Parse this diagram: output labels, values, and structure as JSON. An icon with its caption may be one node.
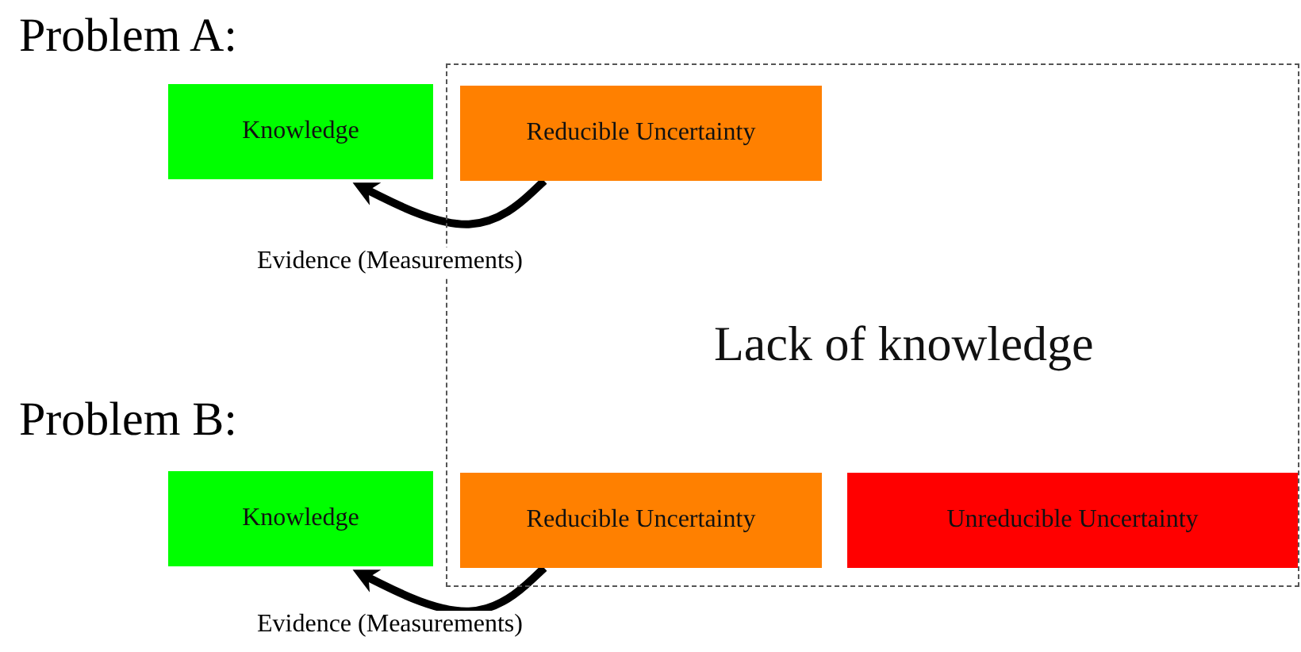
{
  "diagram": {
    "nodes": [
      {
        "text": [
          "Lack of knowledge"
        ]
      },
      {
        "text": [
          "Knowledge"
        ]
      },
      {
        "text": [
          "Reducible Uncertainty"
        ],
        "in": 0
      },
      {
        "text": [
          "Knowledge"
        ]
      },
      {
        "text": [
          "Reducible Uncertainty"
        ],
        "in": 0
      },
      {
        "text": [
          "Unreducible Uncertainty"
        ],
        "in": 0
      }
    ],
    "edges": [
      {
        "from": 2,
        "to": 1,
        "arrow": "to",
        "label": "Evidence (Measurements)"
      },
      {
        "from": 4,
        "to": 3,
        "arrow": "to",
        "label": "Evidence (Measurements)"
      }
    ],
    "labels": [
      "Problem A:",
      "Problem B:"
    ]
  }
}
